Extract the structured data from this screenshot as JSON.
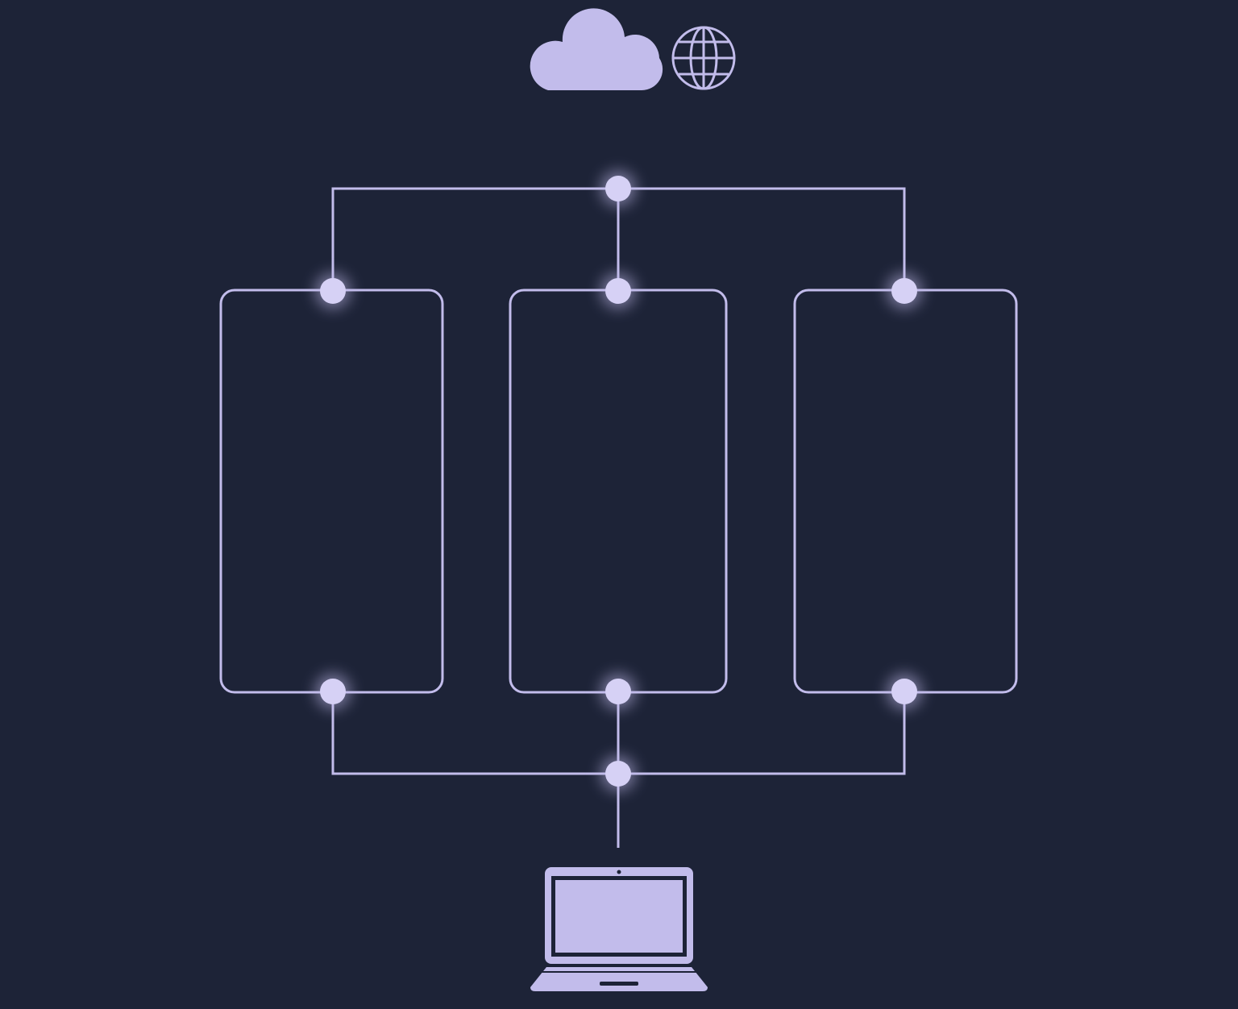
{
  "diagram": {
    "background_color": "#1d2337",
    "accent_color": "#c2bceb",
    "icons": {
      "cloud": "cloud-icon",
      "globe": "globe-icon",
      "laptop": "laptop-icon"
    },
    "panels": [
      {
        "id": "left"
      },
      {
        "id": "center"
      },
      {
        "id": "right"
      }
    ]
  }
}
